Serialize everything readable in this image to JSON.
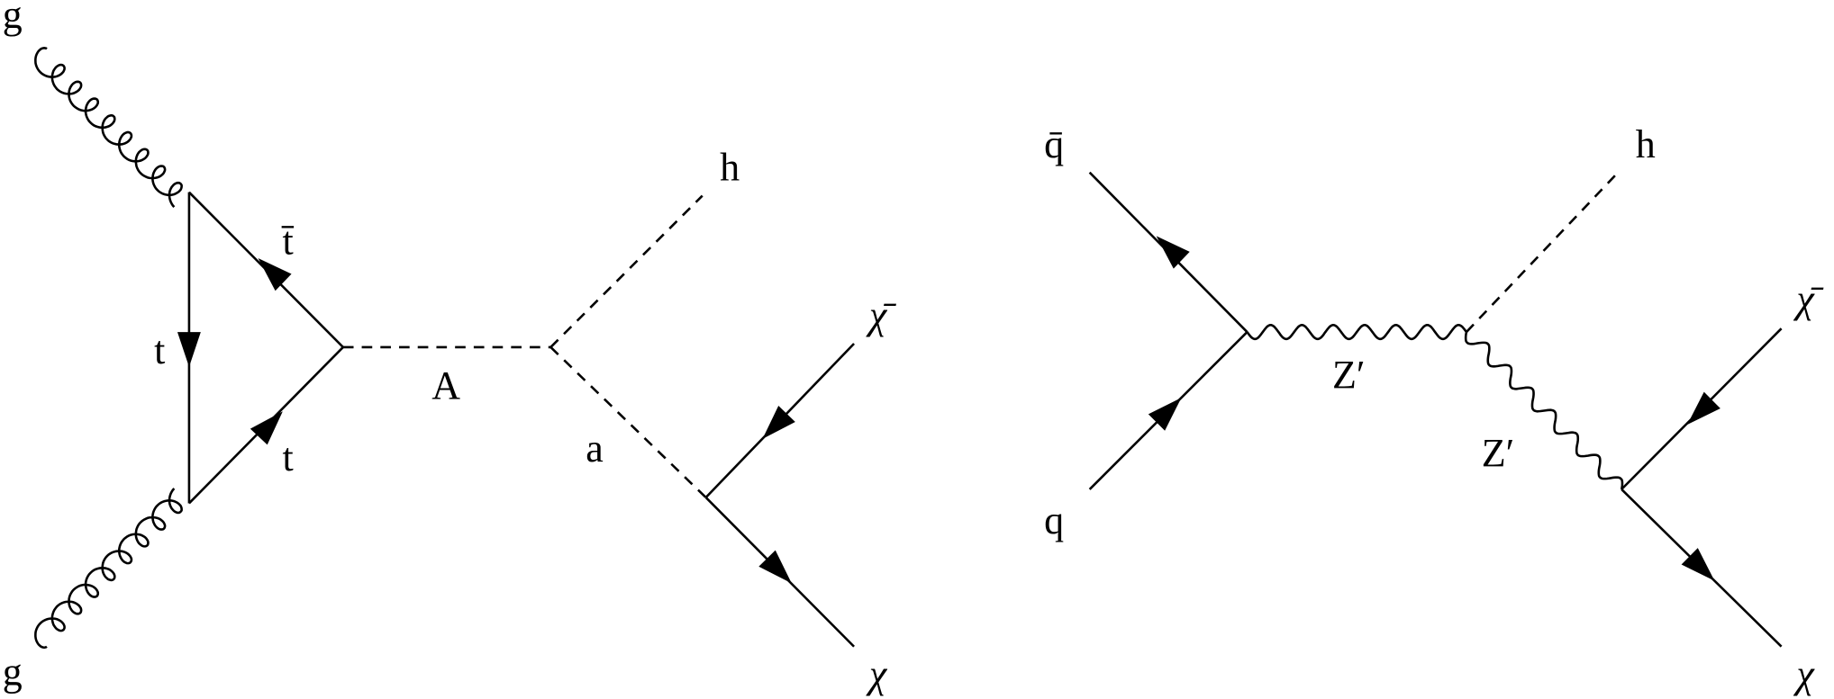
{
  "left_diagram": {
    "labels": {
      "g_top": "g",
      "g_bottom": "g",
      "t_bar": "t̄",
      "t_left": "t",
      "t_bottom": "t",
      "A": "A",
      "h": "h",
      "a": "a",
      "chi_bar": "χ̄",
      "chi": "χ"
    }
  },
  "right_diagram": {
    "labels": {
      "q_bar": "q̄",
      "q": "q",
      "Zp_1": "Z′",
      "Zp_2": "Z′",
      "h": "h",
      "chi_bar": "χ̄",
      "chi": "χ"
    }
  }
}
